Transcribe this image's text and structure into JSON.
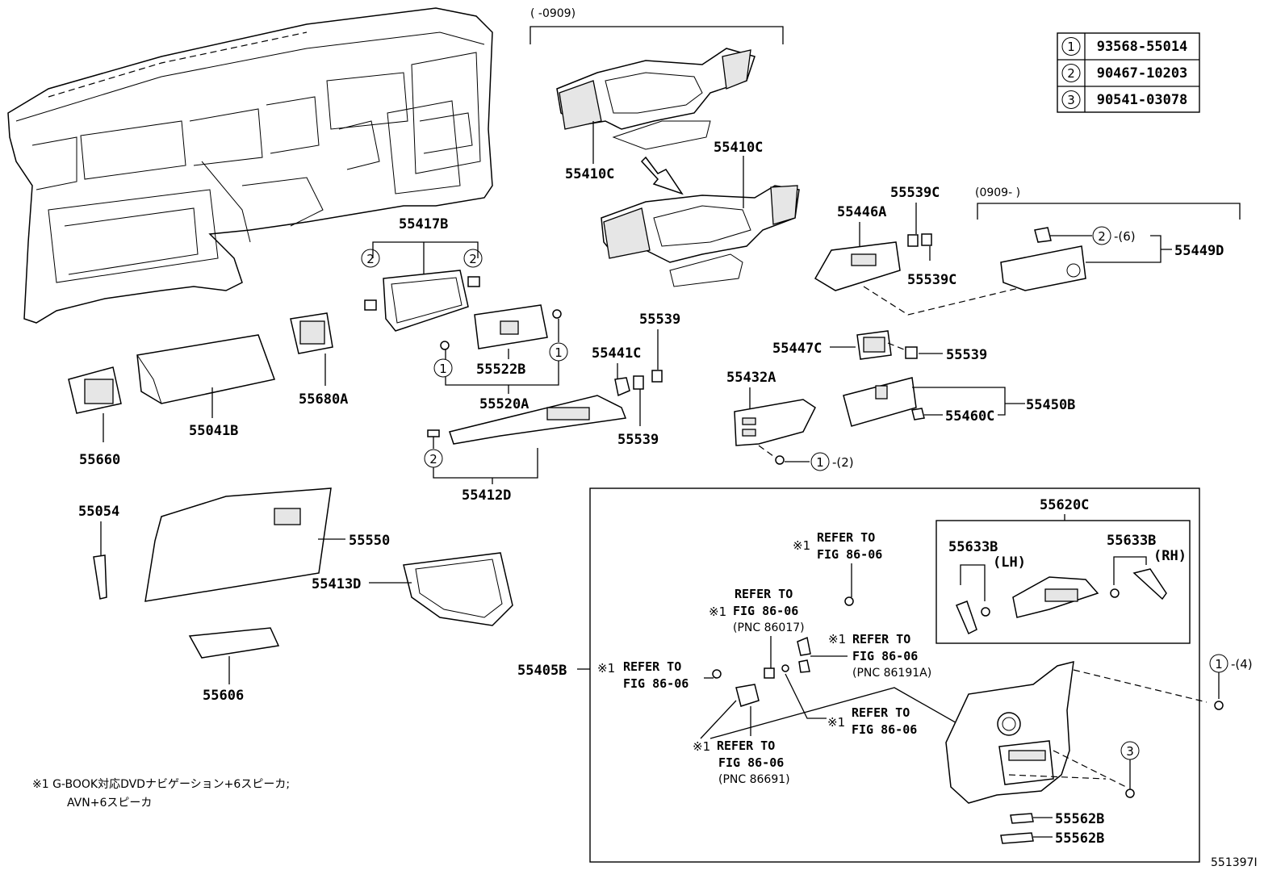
{
  "figure_id": "551397I",
  "legend_table": [
    {
      "num": "1",
      "part": "93568-55014"
    },
    {
      "num": "2",
      "part": "90467-10203"
    },
    {
      "num": "3",
      "part": "90541-03078"
    }
  ],
  "range_labels": {
    "top": "(      -0909)",
    "right": "(0909-      )"
  },
  "labels": {
    "p55410C_a": "55410C",
    "p55410C_b": "55410C",
    "p55417B": "55417B",
    "p55522B": "55522B",
    "p55520A": "55520A",
    "p55441C": "55441C",
    "p55539_a": "55539",
    "p55539_b": "55539",
    "p55539_c": "55539",
    "p55412D": "55412D",
    "p55660": "55660",
    "p55041B": "55041B",
    "p55680A": "55680A",
    "p55054": "55054",
    "p55550": "55550",
    "p55413D": "55413D",
    "p55606": "55606",
    "p55539C_a": "55539C",
    "p55539C_b": "55539C",
    "p55446A": "55446A",
    "p55449D": "55449D",
    "p55447C": "55447C",
    "p55432A": "55432A",
    "p55460C": "55460C",
    "p55450B": "55450B",
    "p55620C": "55620C",
    "p55633B_lh": "55633B",
    "p55633B_rh": "55633B",
    "lh": "(LH)",
    "rh": "(RH)",
    "p55405B": "55405B",
    "p55562B_a": "55562B",
    "p55562B_b": "55562B"
  },
  "qty": {
    "q6": "-(6)",
    "q2": "-(2)",
    "q4": "-(4)"
  },
  "refs": {
    "refer_to": "REFER TO",
    "fig": "FIG 86-06",
    "mark": "※1",
    "pnc_86017": "(PNC 86017)",
    "pnc_86191a": "(PNC 86191A)",
    "pnc_86691": "(PNC 86691)"
  },
  "footnote": {
    "line1": "※1 G-BOOK対応DVDナビゲーション+6スピーカ;",
    "line2": "AVN+6スピーカ"
  }
}
